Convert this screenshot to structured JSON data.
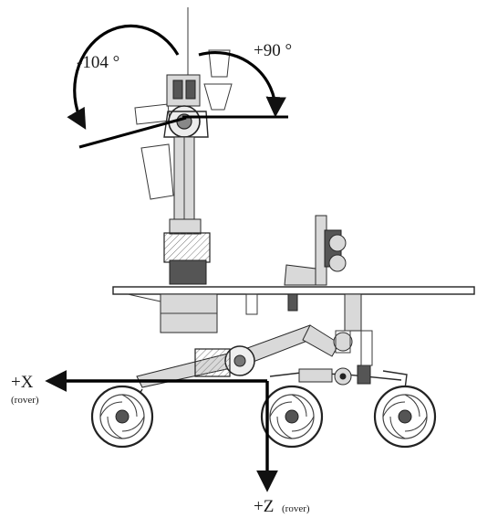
{
  "labels": {
    "left_angle": "-104 °",
    "right_angle": "+90 °",
    "x_axis": "+X",
    "x_axis_sub": "(rover)",
    "z_axis": "+Z",
    "z_axis_sub": "(rover)"
  },
  "colors": {
    "ink": "#1a1a1a",
    "drawing": "#2a2a2a",
    "fill": "#d9d9d9"
  }
}
